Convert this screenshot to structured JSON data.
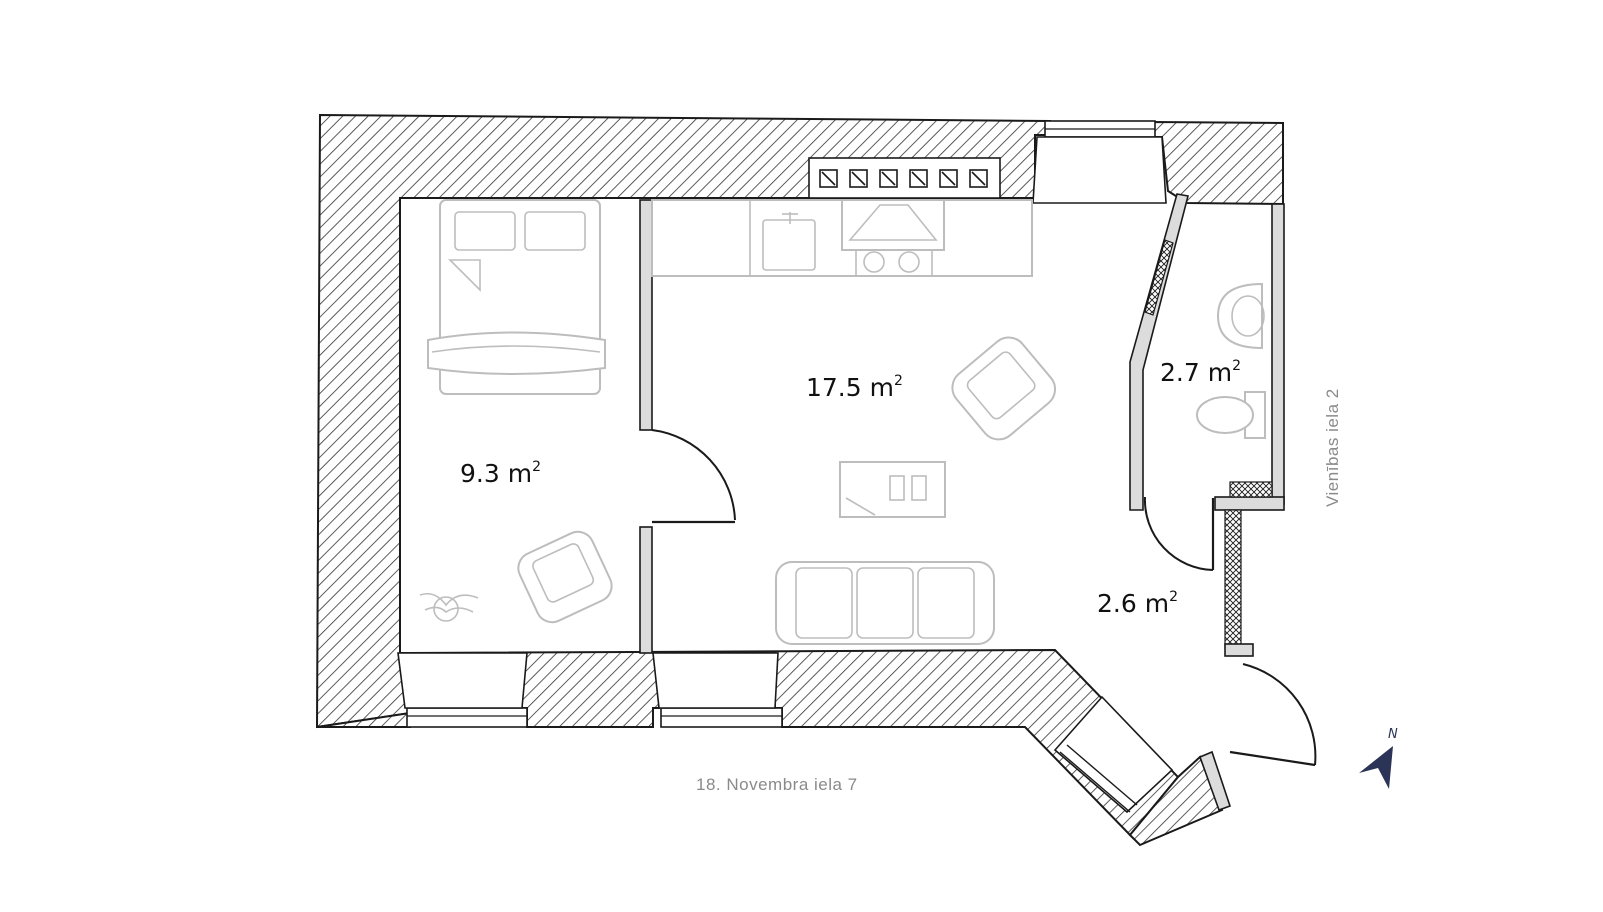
{
  "rooms": [
    {
      "area": "9.3",
      "unit": "m",
      "exp": "2"
    },
    {
      "area": "17.5",
      "unit": "m",
      "exp": "2"
    },
    {
      "area": "2.7",
      "unit": "m",
      "exp": "2"
    },
    {
      "area": "2.6",
      "unit": "m",
      "exp": "2"
    }
  ],
  "streets": {
    "south": "18. Novembra iela 7",
    "east": "Vienības iela 2"
  },
  "compass": {
    "letter": "N",
    "color": "#2b3357"
  },
  "icons": {
    "compass": "north-arrow-icon",
    "bed": "double-bed-icon",
    "sofa": "sofa-icon",
    "armchair": "armchair-icon",
    "table": "coffee-table-icon",
    "plant": "plant-icon",
    "sink": "kitchen-sink-icon",
    "hood": "range-hood-icon",
    "basin": "wash-basin-icon",
    "toilet": "toilet-icon",
    "radiator": "radiator-icon"
  }
}
